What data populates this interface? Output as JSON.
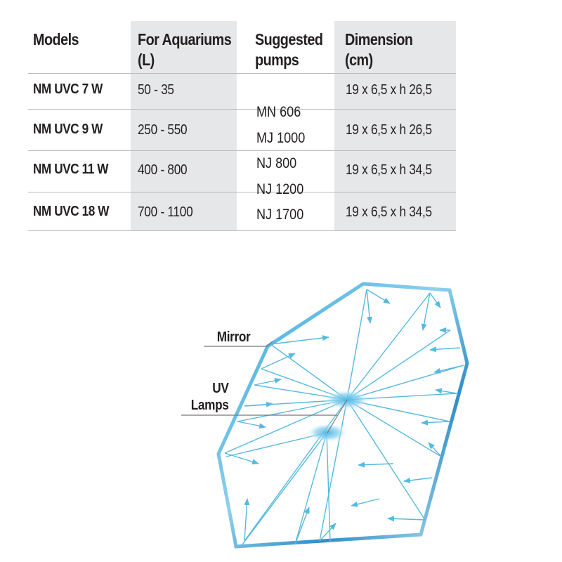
{
  "table": {
    "headers": {
      "models": "Models",
      "aquariums_line1": "For Aquariums",
      "aquariums_line2": "(L)",
      "pumps_line1": "Suggested",
      "pumps_line2": "pumps",
      "dimension_line1": "Dimension",
      "dimension_line2": "(cm)"
    },
    "rows": [
      {
        "model": "NM UVC 7 W",
        "aquariums": "50 - 35",
        "dimension": "19 x 6,5 x h 26,5"
      },
      {
        "model": "NM UVC 9 W",
        "aquariums": "250 - 550",
        "dimension": "19 x 6,5 x h 26,5"
      },
      {
        "model": "NM UVC 11 W",
        "aquariums": "400 - 800",
        "dimension": "19 x 6,5 x h 34,5"
      },
      {
        "model": "NM UVC 18 W",
        "aquariums": "700 - 1100",
        "dimension": "19 x 6,5 x h 34,5"
      }
    ],
    "suggested_pumps": [
      "MN 606",
      "MJ 1000",
      "NJ 800",
      "NJ 1200",
      "NJ 1700"
    ],
    "colors": {
      "shaded_column": "#e6e7e8",
      "row_divider": "#b9babc",
      "text": "#231f20"
    }
  },
  "diagram": {
    "mirror_label": "Mirror",
    "uv_label_line1": "UV",
    "uv_label_line2": "Lamps",
    "colors": {
      "mirror_dark": "#1e8cc4",
      "mirror_light": "#bfe4f5",
      "rays": "#55b9e0",
      "lamp_glow": "#4fb8e4",
      "leader_line": "#777777"
    }
  }
}
